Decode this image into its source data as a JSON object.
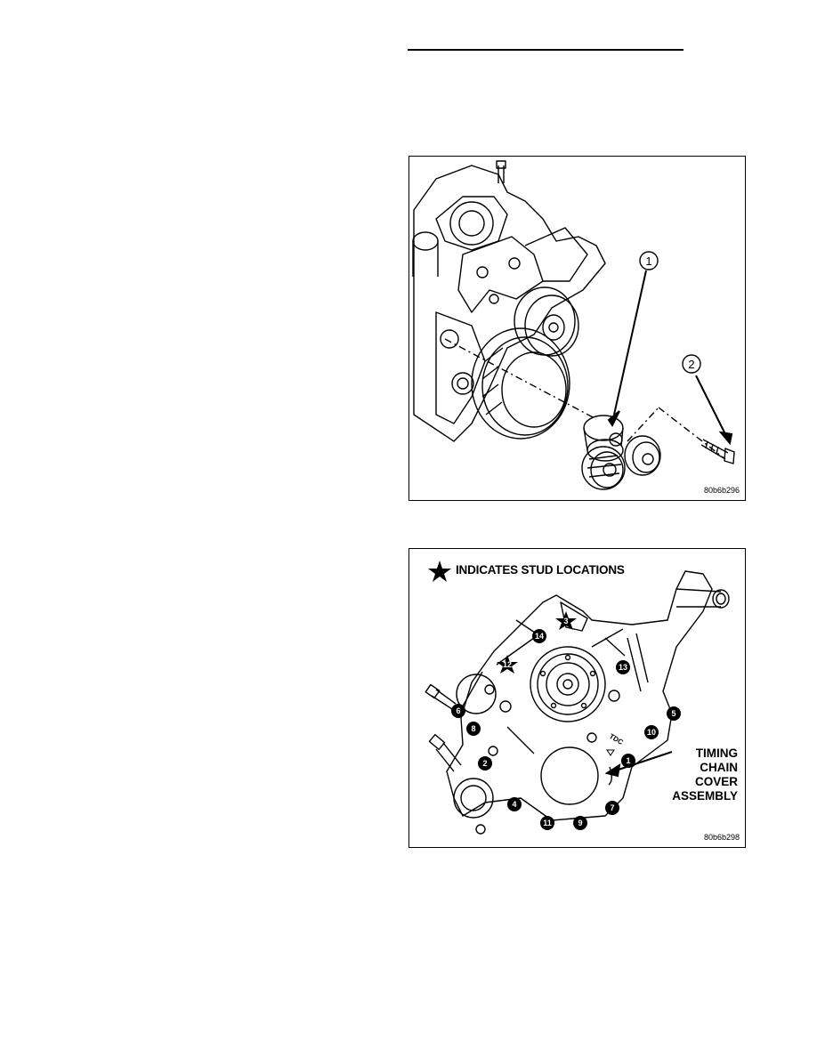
{
  "figure1": {
    "code": "80b6b296",
    "callouts": [
      "1",
      "2"
    ]
  },
  "figure2": {
    "code": "80b6b298",
    "legend": "INDICATES STUD LOCATIONS",
    "callout_lines": [
      "TIMING",
      "CHAIN",
      "COVER",
      "ASSEMBLY"
    ],
    "stud_markers": [
      "3",
      "12"
    ],
    "bolt_numbers": [
      "1",
      "2",
      "4",
      "5",
      "6",
      "7",
      "8",
      "9",
      "10",
      "11",
      "13",
      "14"
    ],
    "tdc_label": "TDC"
  }
}
